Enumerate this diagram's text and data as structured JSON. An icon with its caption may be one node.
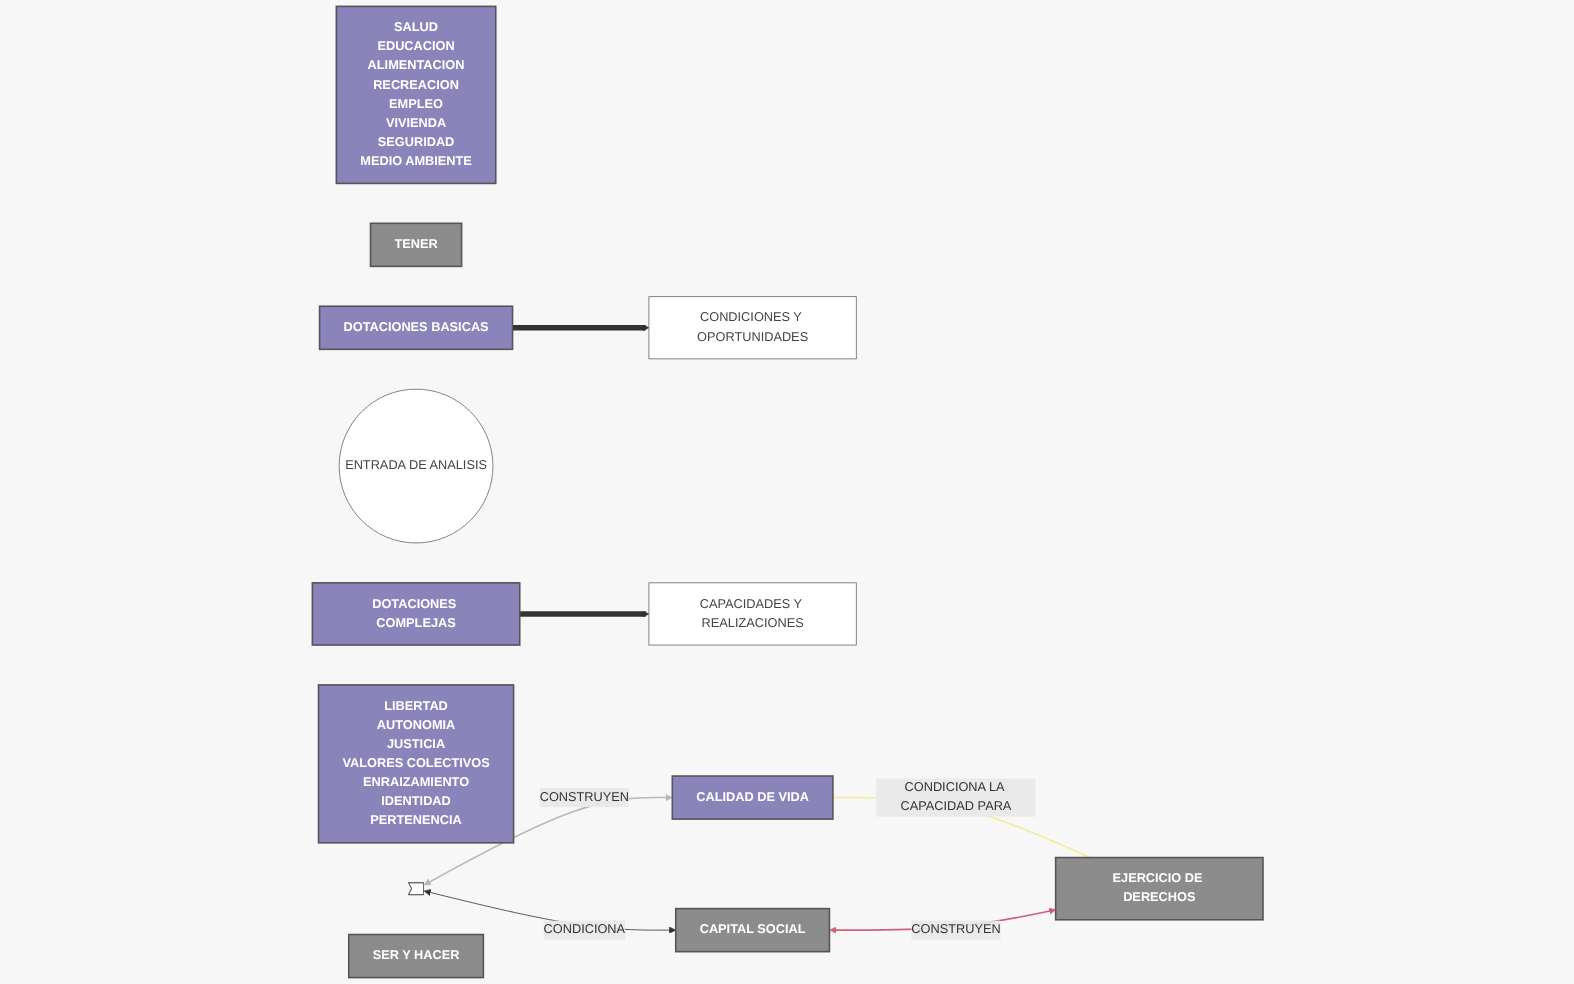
{
  "diagram": {
    "nodes": [
      {
        "text": [
          "SALUD",
          "EDUCACION",
          "ALIMENTACION",
          "RECREACION",
          "EMPLEO",
          "VIVIENDA",
          "SEGURIDAD",
          "MEDIO AMBIENTE"
        ]
      },
      {
        "text": [
          "TENER"
        ]
      },
      {
        "text": [
          "DOTACIONES BASICAS"
        ]
      },
      {
        "text": [
          "ENTRADA DE ANALISIS"
        ]
      },
      {
        "text": [
          "CONDICIONES Y OPORTUNIDADES"
        ]
      },
      {
        "text": [
          "CAPACIDADES Y REALIZACIONES"
        ]
      },
      {
        "text": [],
        "shape": "triangle"
      },
      {
        "text": [
          "LIBERTAD",
          "AUTONOMIA",
          "JUSTICIA",
          "VALORES COLECTIVOS",
          "ENRAIZAMIENTO",
          "IDENTIDAD",
          "PERTENENCIA"
        ]
      },
      {
        "text": [
          "DOTACIONES COMPLEJAS"
        ]
      },
      {
        "text": [
          "SER Y HACER"
        ]
      },
      {
        "text": [
          "CALIDAD DE VIDA"
        ]
      },
      {
        "text": [
          "EJERCICIO DE DERECHOS"
        ]
      },
      {
        "text": [
          "CAPITAL SOCIAL"
        ]
      }
    ],
    "edges": [
      {
        "from": 2,
        "to": 4,
        "arrow": "to",
        "style": "thick"
      },
      {
        "from": 8,
        "to": 5,
        "arrow": "to",
        "style": "thick"
      },
      {
        "from": 6,
        "to": 10,
        "arrow": "both",
        "label": "CONSTRUYEN",
        "color": "#b8b8b8"
      },
      {
        "from": 10,
        "to": 11,
        "arrow": "none",
        "label": "CONDICIONA LA CAPACIDAD PARA",
        "color": "#f2ec9a"
      },
      {
        "from": 12,
        "to": 11,
        "arrow": "both",
        "label": "CONSTRUYEN",
        "color": "#d0607a"
      },
      {
        "from": 6,
        "to": 12,
        "arrow": "both",
        "label": "CONDICIONA"
      }
    ]
  }
}
